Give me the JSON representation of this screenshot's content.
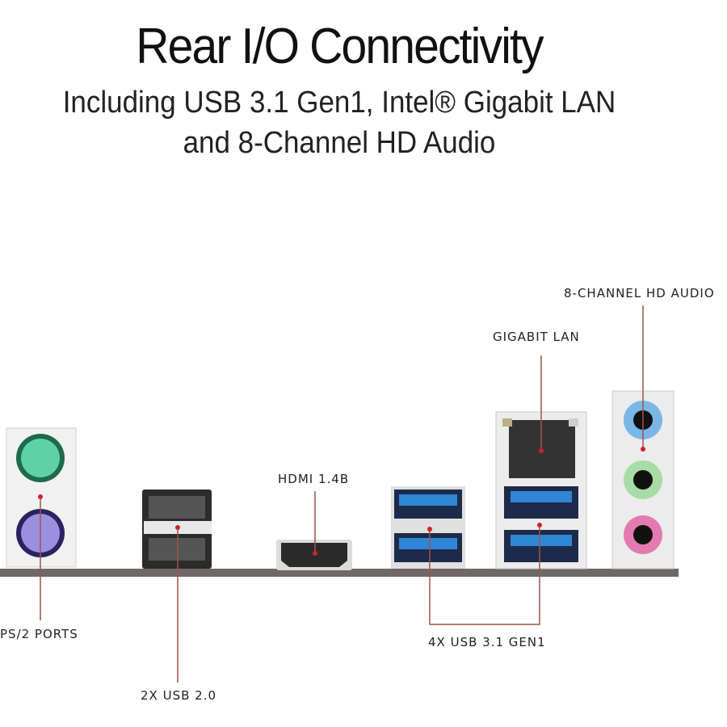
{
  "header": {
    "title": "Rear I/O Connectivity",
    "subtitle_line1": "Including USB 3.1 Gen1, Intel® Gigabit LAN",
    "subtitle_line2": "and 8-Channel HD Audio"
  },
  "callouts": {
    "ps2": "PS/2 PORTS",
    "usb20": "2X USB 2.0",
    "hdmi": "HDMI 1.4B",
    "usb31": "4X USB 3.1 GEN1",
    "lan": "GIGABIT LAN",
    "audio": "8-CHANNEL HD AUDIO"
  },
  "colors": {
    "leader_line": "#a0524a",
    "dot": "#c8242a",
    "ps2_keyboard": "#5fd1a8",
    "ps2_mouse": "#9c8fe0",
    "usb3_blue": "#2f86d6",
    "audio_blue": "#7ab6e6",
    "audio_green": "#a9dba6",
    "audio_pink": "#e37ab0"
  }
}
